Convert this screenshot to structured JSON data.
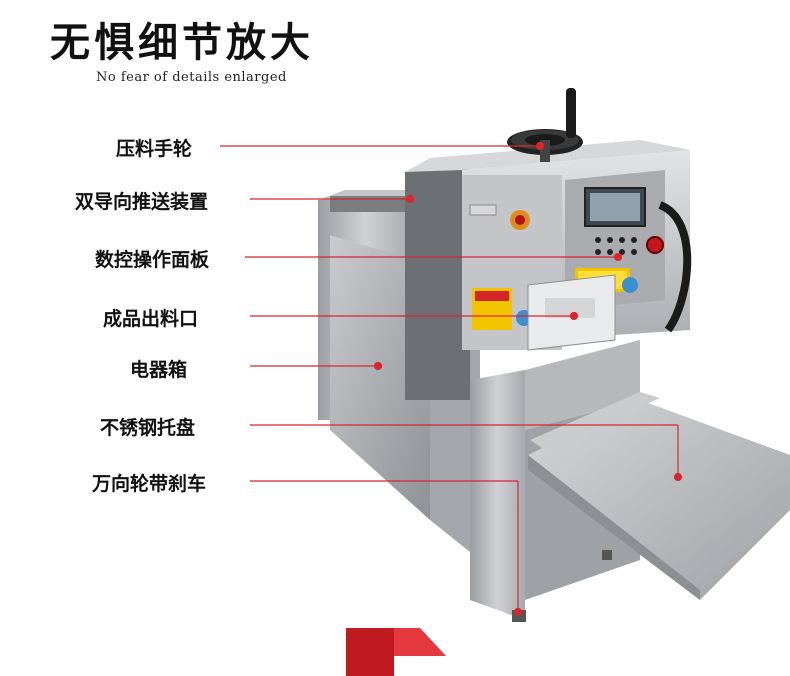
{
  "header": {
    "title": "无惧细节放大",
    "subtitle": "No fear of details enlarged"
  },
  "callouts": [
    {
      "label": "压料手轮"
    },
    {
      "label": "双导向推送装置"
    },
    {
      "label": "数控操作面板"
    },
    {
      "label": "成品出料口"
    },
    {
      "label": "电器箱"
    },
    {
      "label": "不锈钢托盘"
    },
    {
      "label": "万向轮带刹车"
    }
  ],
  "colors": {
    "accent": "#d9262c",
    "steel": "#b9bcc0",
    "text": "#111111"
  }
}
